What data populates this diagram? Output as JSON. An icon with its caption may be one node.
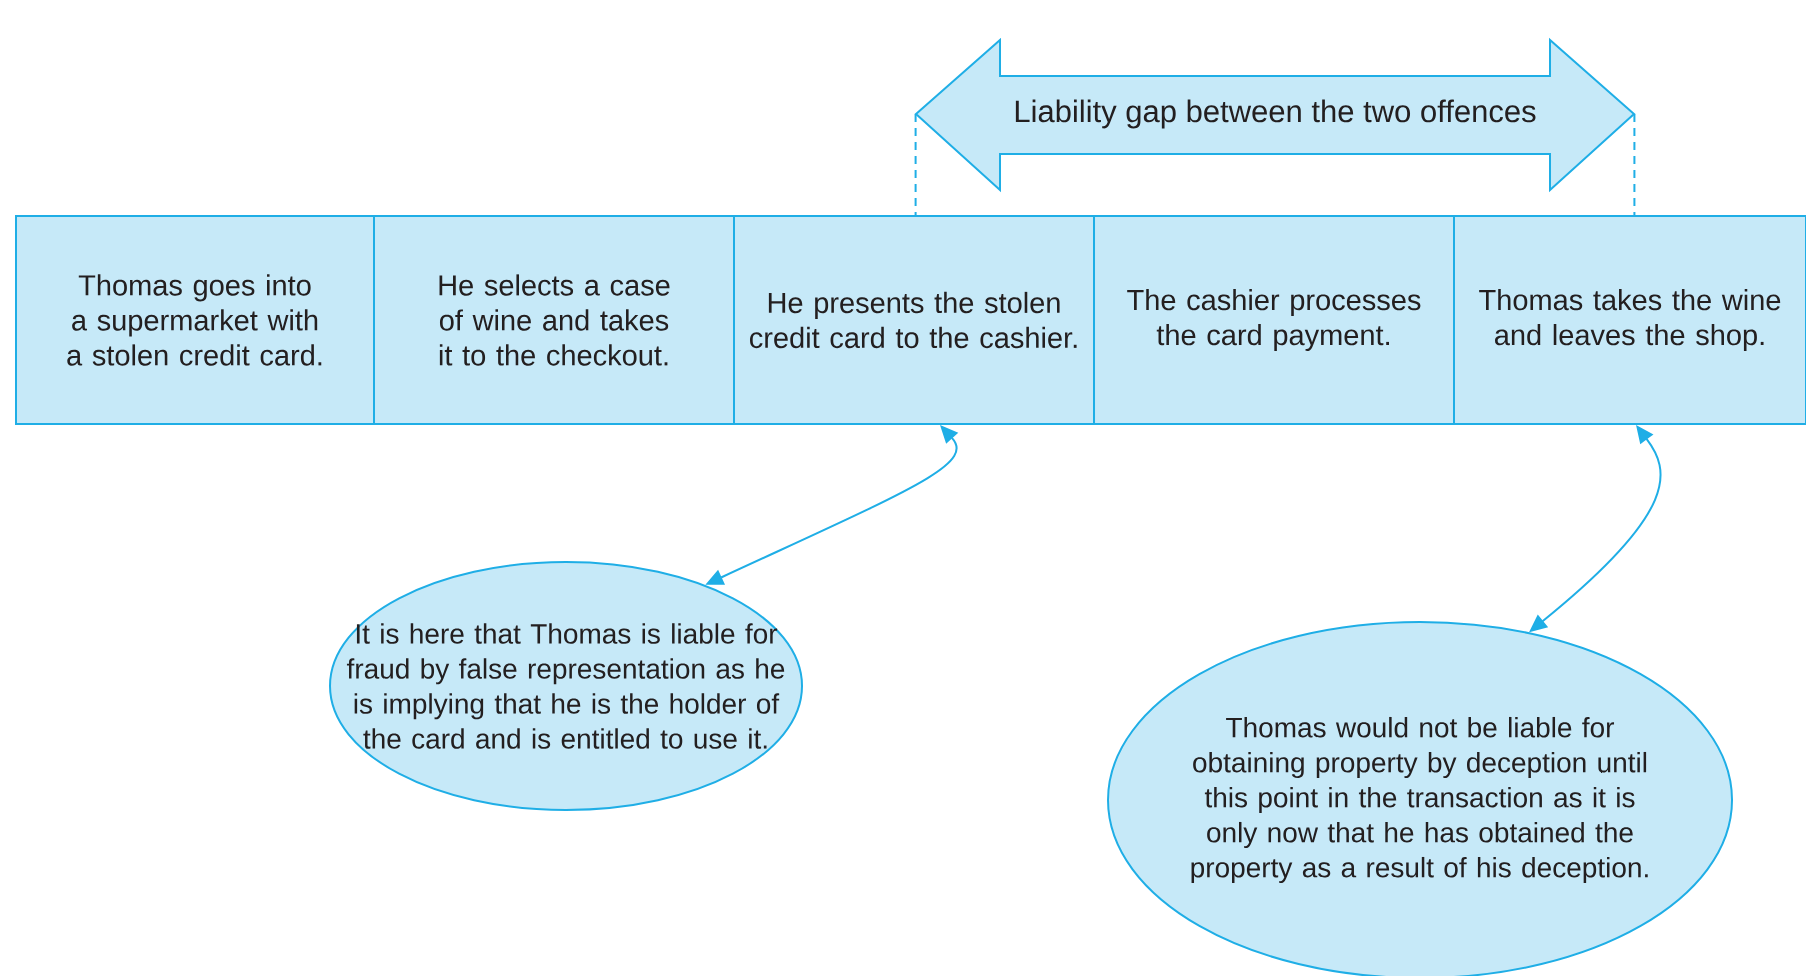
{
  "diagram": {
    "nodes": [
      {
        "text": [
          "Liability gap between the two offences"
        ]
      },
      {
        "text": [
          "Thomas goes into a supermarket with a stolen credit card."
        ]
      },
      {
        "text": [
          "He selects a case of wine and takes it to the checkout."
        ]
      },
      {
        "text": [
          "He presents the stolen credit card to the cashier."
        ]
      },
      {
        "text": [
          "The cashier processes the card payment."
        ]
      },
      {
        "text": [
          "Thomas takes the wine and leaves the shop."
        ]
      },
      {
        "text": [
          "It is here that Thomas is liable for fraud by false representation as he is implying that he is the holder of the card and is entitled to use it."
        ]
      },
      {
        "text": [
          "Thomas would not be liable for obtaining property by deception until this point in the transaction as it is only now that he has obtained the property as a result of his deception."
        ]
      }
    ],
    "edges": [
      {
        "from": 0,
        "to": 3,
        "arrow": "none",
        "style": "dashed"
      },
      {
        "from": 0,
        "to": 5,
        "arrow": "none",
        "style": "dashed"
      },
      {
        "from": 6,
        "to": 3,
        "arrow": "both"
      },
      {
        "from": 7,
        "to": 5,
        "arrow": "both"
      }
    ]
  }
}
